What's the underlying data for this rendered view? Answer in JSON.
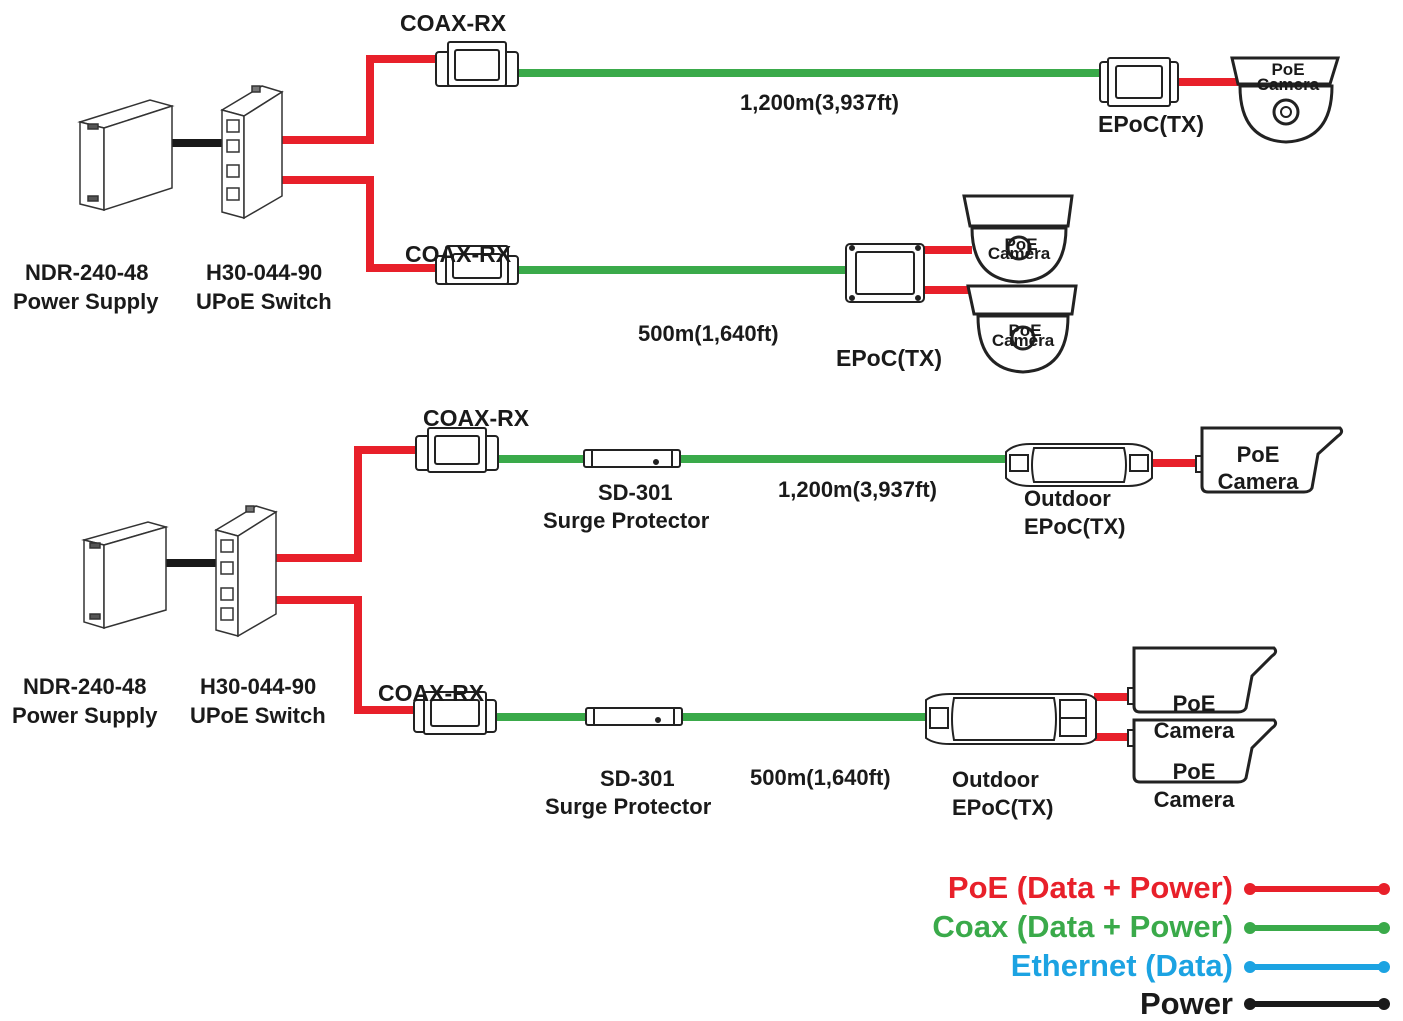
{
  "colors": {
    "poe": "#e8202a",
    "coax": "#3aaa4a",
    "ethernet": "#1ca3e2",
    "power": "#1a1a1a"
  },
  "top": {
    "power_supply": "NDR-240-48",
    "power_supply_desc": "Power Supply",
    "switch": "H30-044-90",
    "switch_desc": "UPoE Switch",
    "link1": {
      "rx": "COAX-RX",
      "distance": "1,200m(3,937ft)",
      "tx": "EPoC(TX)",
      "camera": [
        "PoE",
        "Camera"
      ]
    },
    "link2": {
      "rx": "COAX-RX",
      "distance": "500m(1,640ft)",
      "tx": "EPoC(TX)",
      "camera": [
        "PoE",
        "Camera"
      ]
    }
  },
  "bottom": {
    "power_supply": "NDR-240-48",
    "power_supply_desc": "Power Supply",
    "switch": "H30-044-90",
    "switch_desc": "UPoE Switch",
    "link1": {
      "rx": "COAX-RX",
      "surge": "SD-301",
      "surge_desc": "Surge Protector",
      "distance": "1,200m(3,937ft)",
      "tx_line1": "Outdoor",
      "tx_line2": "EPoC(TX)",
      "camera": [
        "PoE",
        "Camera"
      ]
    },
    "link2": {
      "rx": "COAX-RX",
      "surge": "SD-301",
      "surge_desc": "Surge Protector",
      "distance": "500m(1,640ft)",
      "tx_line1": "Outdoor",
      "tx_line2": "EPoC(TX)",
      "camera": [
        "PoE",
        "Camera"
      ]
    }
  },
  "legend": [
    {
      "label": "PoE (Data + Power)",
      "color": "#e8202a"
    },
    {
      "label": "Coax (Data + Power)",
      "color": "#3aaa4a"
    },
    {
      "label": "Ethernet (Data)",
      "color": "#1ca3e2"
    },
    {
      "label": "Power",
      "color": "#1a1a1a"
    }
  ]
}
